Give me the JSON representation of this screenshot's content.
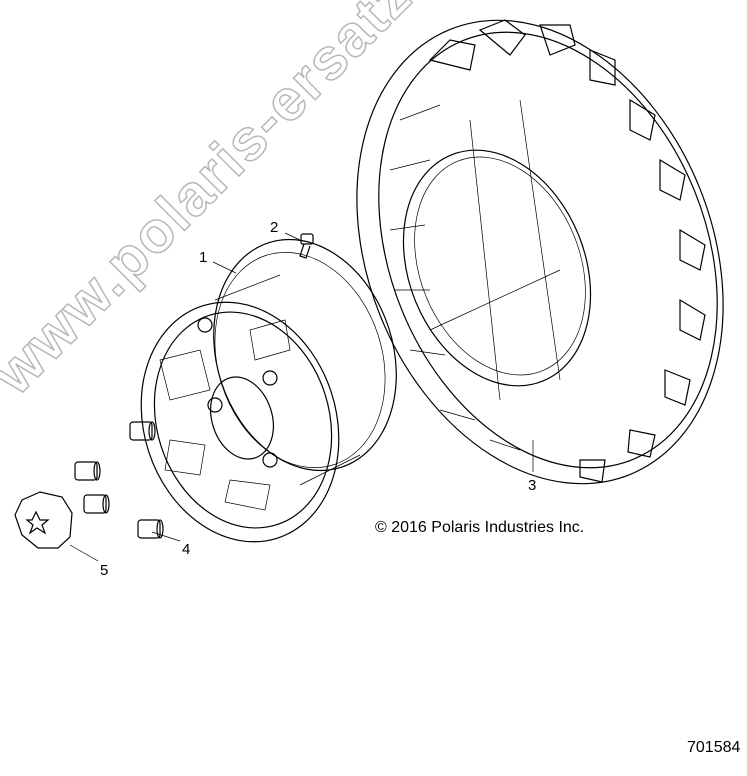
{
  "callouts": [
    {
      "number": "1",
      "part": "wheel-rim"
    },
    {
      "number": "2",
      "part": "valve-stem"
    },
    {
      "number": "3",
      "part": "tire"
    },
    {
      "number": "4",
      "part": "lug-nut"
    },
    {
      "number": "5",
      "part": "center-cap"
    }
  ],
  "copyright": "© 2016 Polaris Industries Inc.",
  "diagram_number": "701584",
  "watermark": "www.polaris-ersatzteile.de",
  "colors": {
    "line": "#000000",
    "watermark": "#b8b8b8",
    "background": "#ffffff"
  }
}
